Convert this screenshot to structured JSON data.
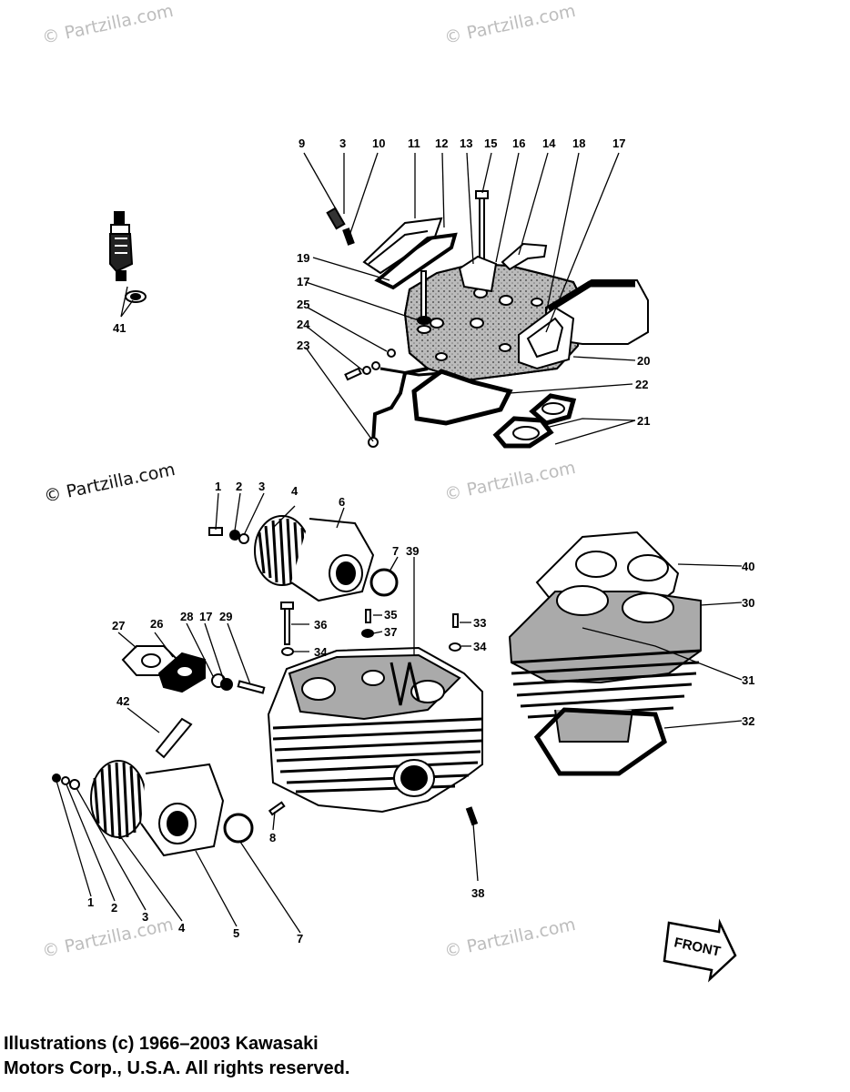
{
  "watermarks": {
    "text": "© Partzilla.com"
  },
  "callouts": {
    "upper": [
      "9",
      "3",
      "10",
      "11",
      "12",
      "13",
      "15",
      "16",
      "14",
      "18",
      "17",
      "19",
      "17",
      "25",
      "24",
      "23",
      "20",
      "22",
      "21",
      "41"
    ],
    "lower": [
      "1",
      "2",
      "3",
      "4",
      "6",
      "7",
      "39",
      "40",
      "30",
      "27",
      "26",
      "28",
      "17",
      "29",
      "36",
      "35",
      "37",
      "34",
      "33",
      "34",
      "42",
      "31",
      "32",
      "8",
      "38",
      "1",
      "2",
      "3",
      "4",
      "5",
      "7"
    ]
  },
  "front_arrow": {
    "label": "FRONT"
  },
  "copyright": {
    "line1": "Illustrations (c) 1966–2003 Kawasaki",
    "line2": "Motors Corp., U.S.A.  All rights reserved."
  }
}
